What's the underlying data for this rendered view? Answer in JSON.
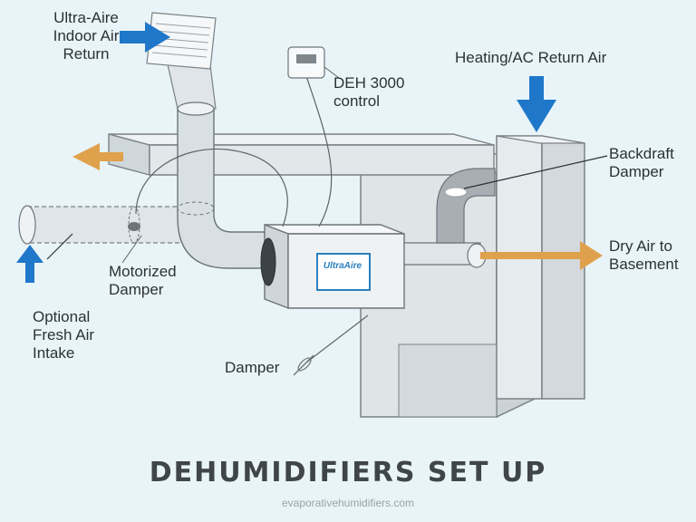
{
  "labels": {
    "indoor_air_return": "Ultra-Aire\nIndoor Air\nReturn",
    "control": "DEH 3000\ncontrol",
    "return_air": "Heating/AC Return Air",
    "backdraft": "Backdraft\nDamper",
    "dry_air": "Dry Air to\nBasement",
    "motorized": "Motorized\nDamper",
    "fresh_air": "Optional\nFresh Air\nIntake",
    "damper": "Damper"
  },
  "unit_badge": "UltraAire",
  "footer": {
    "title": "DEHUMIDIFIERS SET UP",
    "source": "evaporativehumidifiers.com"
  },
  "colors": {
    "background": "#e8f4f7",
    "blue_arrow": "#1f77c9",
    "orange_arrow": "#e0a14c",
    "duct_fill": "#dde3e6",
    "outline": "#6d7479"
  }
}
